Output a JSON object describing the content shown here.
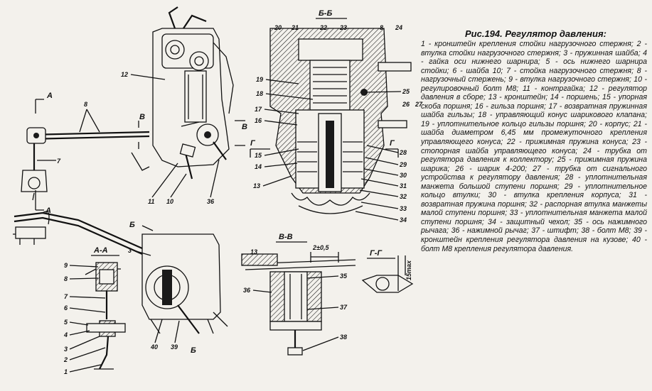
{
  "figure": {
    "title": "Рис.194. Регулятор давления:",
    "caption": "1 - кронштейн крепления стойки нагрузочного стержня; 2 - втулка стойки нагрузочного стержня; 3 - пружинная шайба; 4 - гайка оси нижнего шарнира; 5 - ось нижнего шарнира стойки; 6 - шайба 10; 7 - стойка нагрузочного стержня; 8 - нагрузочный стержень; 9 - втулка нагрузочного стержня; 10 - регулировочный болт М8; 11 - контргайка; 12 - регулятор давления в сборе; 13 - кронштейн; 14 - поршень; 15 - упорная скоба поршня; 16 - гильза поршня; 17 - возвратная пружинная шайба гильзы; 18 - управляющий конус шарикового клапана; 19 - уплотнительное кольцо гильзы поршня; 20 - корпус; 21 - шайба диаметром 6,45 мм промежуточного крепления управляющего конуса; 22 - прижимная пружина конуса; 23 - стопорная шайба управляющего конуса; 24 - трубка от регулятора давления к коллектору; 25 - прижимная пружина шарика; 26 - шарик 4-200; 27 - трубка от сигнального устройства к регулятору давления; 28 - уплотнительная манжета большой ступени поршня; 29 - уплотнительное кольцо втулки; 30 - втулка крепления корпуса; 31 - возвратная пружина поршня; 32 - распорная втулка манжеты малой ступени поршня; 33 - уплотнительная манжета малой ступени поршня; 34 - защитный чехол; 35 - ось нажимного рычага; 36 - нажимной рычаг; 37 - штифт; 38 - болт М8; 39 - кронштейн крепления регулятора давления на кузове; 40 - болт М8 крепления регулятора давления."
  },
  "drawing": {
    "section_labels": {
      "bb": "Б-Б",
      "aa": "А-А",
      "vv": "В-В",
      "gg": "Г-Г"
    },
    "view_marks": {
      "a_top": "А",
      "a_low": "А",
      "b_top": "Б",
      "b_low": "Б",
      "v_left": "В",
      "v_right": "В",
      "g_left": "Г",
      "g_right": "Г"
    },
    "dimensions": {
      "gap": "2±0,5",
      "max": "15max"
    },
    "callouts": {
      "c1": "1",
      "c2": "2",
      "c3": "3",
      "c4": "4",
      "c5": "5",
      "c6": "6",
      "c7": "7",
      "c8": "8",
      "c9": "9",
      "c10": "10",
      "c11": "11",
      "c12": "12",
      "c13": "13",
      "c14": "14",
      "c15": "15",
      "c16": "16",
      "c17": "17",
      "c18": "18",
      "c19": "19",
      "c20": "20",
      "c21": "21",
      "c22": "22",
      "c23": "23",
      "c24": "24",
      "c25": "25",
      "c26": "26",
      "c27": "27",
      "c28": "28",
      "c29": "29",
      "c30": "30",
      "c31": "31",
      "c32": "32",
      "c33": "33",
      "c34": "34",
      "c35": "35",
      "c36": "36",
      "c37": "37",
      "c38": "38",
      "c39": "39",
      "c40": "40",
      "c3b": "3",
      "c7b": "7",
      "c8b": "8",
      "c8c": "8",
      "c13b": "13",
      "c36b": "36"
    }
  }
}
